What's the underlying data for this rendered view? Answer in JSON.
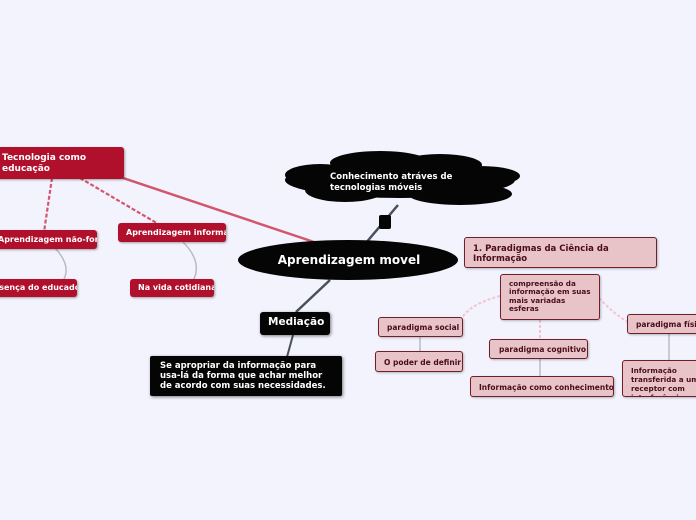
{
  "central": {
    "label": "Aprendizagem movel"
  },
  "cloud": {
    "label": "Conhecimento atráves de tecnologias móveis"
  },
  "mediacao": {
    "label": "Mediação",
    "note": "Se apropriar da informação para usa-lá da forma que achar melhor de acordo com suas necessidades."
  },
  "tech": {
    "label": "Tecnologia como educação",
    "nonformal": "Aprendizagem não-formal",
    "educator": "Presença do educador",
    "informal": "Aprendizagem informal",
    "daily": "Na vida cotidiana"
  },
  "paradigms": {
    "title": "1. Paradigmas da Ciência da Informação",
    "comprehension": "compreensão da informação em suas mais variadas esferas",
    "social": "paradigma social",
    "power": "O poder de definir",
    "cognitive": "paradigma cognitivo",
    "knowledge": "Informação como conhecimento",
    "physical": "paradigma físico",
    "transfer": "Informação transferida a um receptor com interferência possível"
  },
  "colors": {
    "background": "#f3f3fd",
    "red": "#b1102c",
    "pink": "#e8c4c8",
    "black": "#050505",
    "link_red": "#d2566e",
    "link_dark": "#4a4f5c",
    "link_pink": "#f3c3d2",
    "link_gray": "#b8bcc4"
  }
}
